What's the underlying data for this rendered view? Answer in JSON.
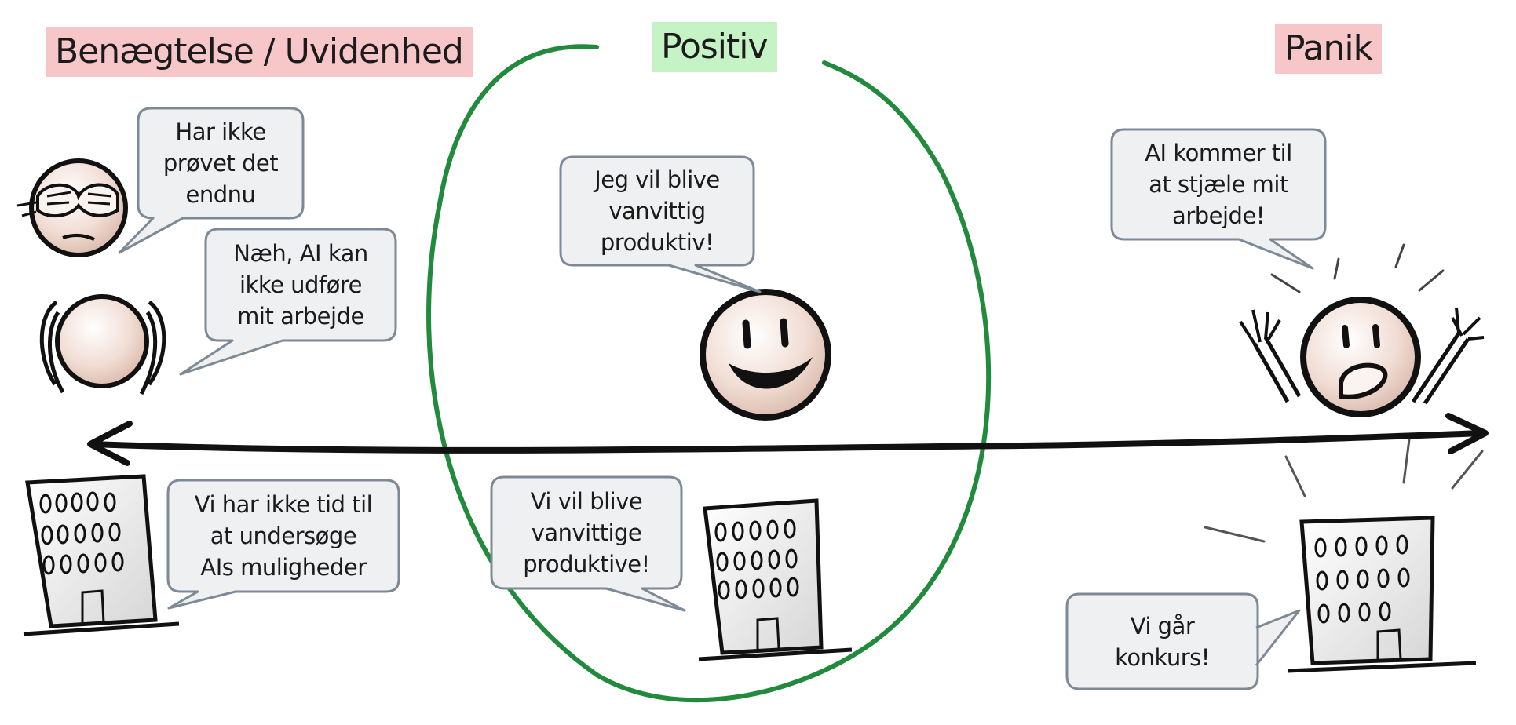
{
  "headings": {
    "denial": "Benægtelse / Uvidenhed",
    "positive": "Positiv",
    "panic": "Panik"
  },
  "bubbles": {
    "denial_person_1": "Har ikke\nprøvet det\nendnu",
    "denial_person_2": "Næh, AI kan\nikke udføre\nmit arbejde",
    "denial_company": "Vi har ikke tid til\nat undersøge\nAIs muligheder",
    "positive_person": "Jeg vil blive\nvanvittig\nproduktiv!",
    "positive_company": "Vi vil blive\nvanvittige\nproduktive!",
    "panic_person": "AI kommer til\nat stjæle mit\narbejde!",
    "panic_company": "Vi går\nkonkurs!"
  },
  "colors": {
    "denial_heading_bg": "#f6c6c9",
    "positive_heading_bg": "#c6f3c6",
    "panic_heading_bg": "#f6c6c9",
    "positive_circle": "#218a3c",
    "face_fill": "#f1ddd4",
    "bubble_fill": "#eef0f1",
    "bubble_stroke": "#7d8a95"
  },
  "icons": [
    "face-covering-eyes-icon",
    "face-covering-ears-icon",
    "smiling-face-icon",
    "screaming-face-icon",
    "office-building-icon"
  ]
}
